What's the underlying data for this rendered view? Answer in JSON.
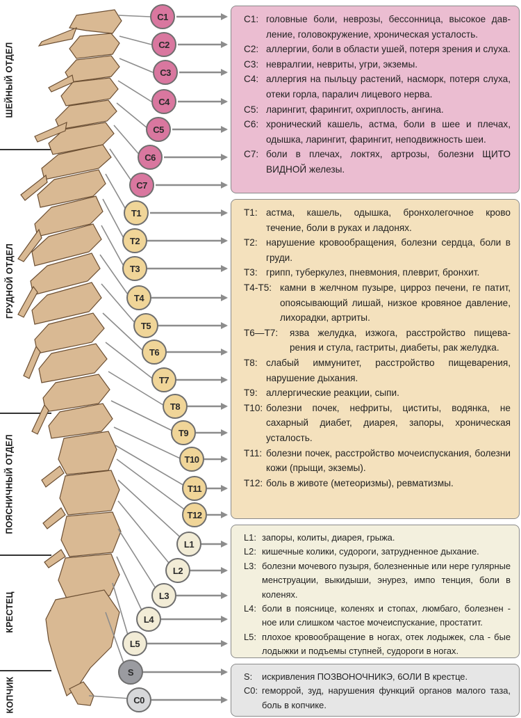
{
  "sections": [
    {
      "id": "cervical",
      "label": "ШЕЙНЫЙ ОТДЕЛ"
    },
    {
      "id": "thoracic",
      "label": "ГРУДНОЙ ОТДЕЛ"
    },
    {
      "id": "lumbar",
      "label": "ПОЯСНИЧНЫЙ ОТДЕЛ"
    },
    {
      "id": "sacrum",
      "label": "КРЕСТЕЦ"
    },
    {
      "id": "coccyx",
      "label": "КОПЧИК"
    }
  ],
  "colors": {
    "cervical": "#d9779f",
    "cervical_panel": "#ebbdd1",
    "thoracic": "#f0d598",
    "thoracic_panel": "#f4e1bd",
    "lumbar": "#f2ecd6",
    "lumbar_panel": "#f3f0de",
    "sacrum": "#9a9ba0",
    "coccyx": "#d7d8da",
    "sacral_panel": "#e6e6e6",
    "bone": "#d9b993",
    "line": "#8c8c8c"
  },
  "vertebrae": {
    "cervical": [
      "C1",
      "C2",
      "C3",
      "C4",
      "C5",
      "C6",
      "C7"
    ],
    "thoracic": [
      "T1",
      "T2",
      "T3",
      "T4",
      "T5",
      "T6",
      "T7",
      "T8",
      "T9",
      "T10",
      "T11",
      "T12"
    ],
    "lumbar": [
      "L1",
      "L2",
      "L3",
      "L4",
      "L5"
    ],
    "sacral": [
      "S",
      "C0"
    ]
  },
  "panels": {
    "cervical": [
      {
        "code": "C1:",
        "text": "головные боли, неврозы, бессонница, высокое дав-ление, головокружение, хроническая усталость."
      },
      {
        "code": "C2:",
        "text": "аллергии, боли в области ушей, потеря зрения и слуха."
      },
      {
        "code": "C3:",
        "text": "невралгии, невриты, угри, экземы."
      },
      {
        "code": "C4:",
        "text": "аллергия на пыльцу растений, насморк, потеря слуха, отеки горла, паралич лицевого нерва."
      },
      {
        "code": "C5:",
        "text": "ларингит, фарингит, охриплость, ангина."
      },
      {
        "code": "C6:",
        "text": "хронический кашель, астма, боли в шее и плечах, одышка, ларингит, фарингит, неподвижность шеи."
      },
      {
        "code": "C7:",
        "text": "боли в плечах, локтях, артрозы, болезни ЩИТО ВИДНОЙ железы."
      }
    ],
    "thoracic": [
      {
        "code": "T1:",
        "text": "астма, кашель, одышка, бронхолегочное крово течение, боли в руках и ладонях."
      },
      {
        "code": "T2:",
        "text": "нарушение кровообращения, болезни сердца, боли в груди."
      },
      {
        "code": "T3:",
        "text": "грипп, туберкулез, пневмония, плеврит, бронхит."
      },
      {
        "code": "T4-T5:",
        "text": "камни в желчном пузыре, цирроз печени, ге патит, опоясывающий лишай, низкое кровяное давление, лихорадки, артриты."
      },
      {
        "code": "T6—T7:",
        "text": "язва желудка, изжога, расстройство пищева-рения и стула, гастриты, диабеты, рак желудка."
      },
      {
        "code": "T8:",
        "text": "слабый иммунитет, расстройство пищеварения, нарушение дыхания."
      },
      {
        "code": "T9:",
        "text": "аллергические реакции, сыпи."
      },
      {
        "code": "T10:",
        "text": "болезни почек, нефриты, циститы, водянка, не сахарный диабет, диарея, запоры, хроническая усталость."
      },
      {
        "code": "T11:",
        "text": "болезни почек, расстройство мочеиспускания, болезни кожи (прыщи, экземы)."
      },
      {
        "code": "T12:",
        "text": "боль в животе (метеоризмы), ревматизмы."
      }
    ],
    "lumbar": [
      {
        "code": "L1:",
        "text": "запоры, колиты, диарея, грыжа."
      },
      {
        "code": "L2:",
        "text": "кишечные колики, судороги, затрудненное дыхание."
      },
      {
        "code": "L3:",
        "text": "болезни мочевого пузыря, болезненные или нере гулярные менструации, выкидыши, энурез, импо тенция, боли в коленях."
      },
      {
        "code": "L4:",
        "text": "боли в пояснице, коленях и стопах, люмбаго, болезнен - ное или слишком частое мочеиспускание, простатит."
      },
      {
        "code": "L5:",
        "text": "плохое кровообращение в ногах, отек лодыжек, сла - бые лодыжки и подъемы ступней, судороги в ногах."
      }
    ],
    "sacral": [
      {
        "code": "S:",
        "text": "искривления ПОЗВОНОЧНИКЭ, 6ОЛИ В крестце."
      },
      {
        "code": "C0:",
        "text": "геморрой, зуд, нарушения функций органов малого таза, боль в копчике."
      }
    ]
  }
}
